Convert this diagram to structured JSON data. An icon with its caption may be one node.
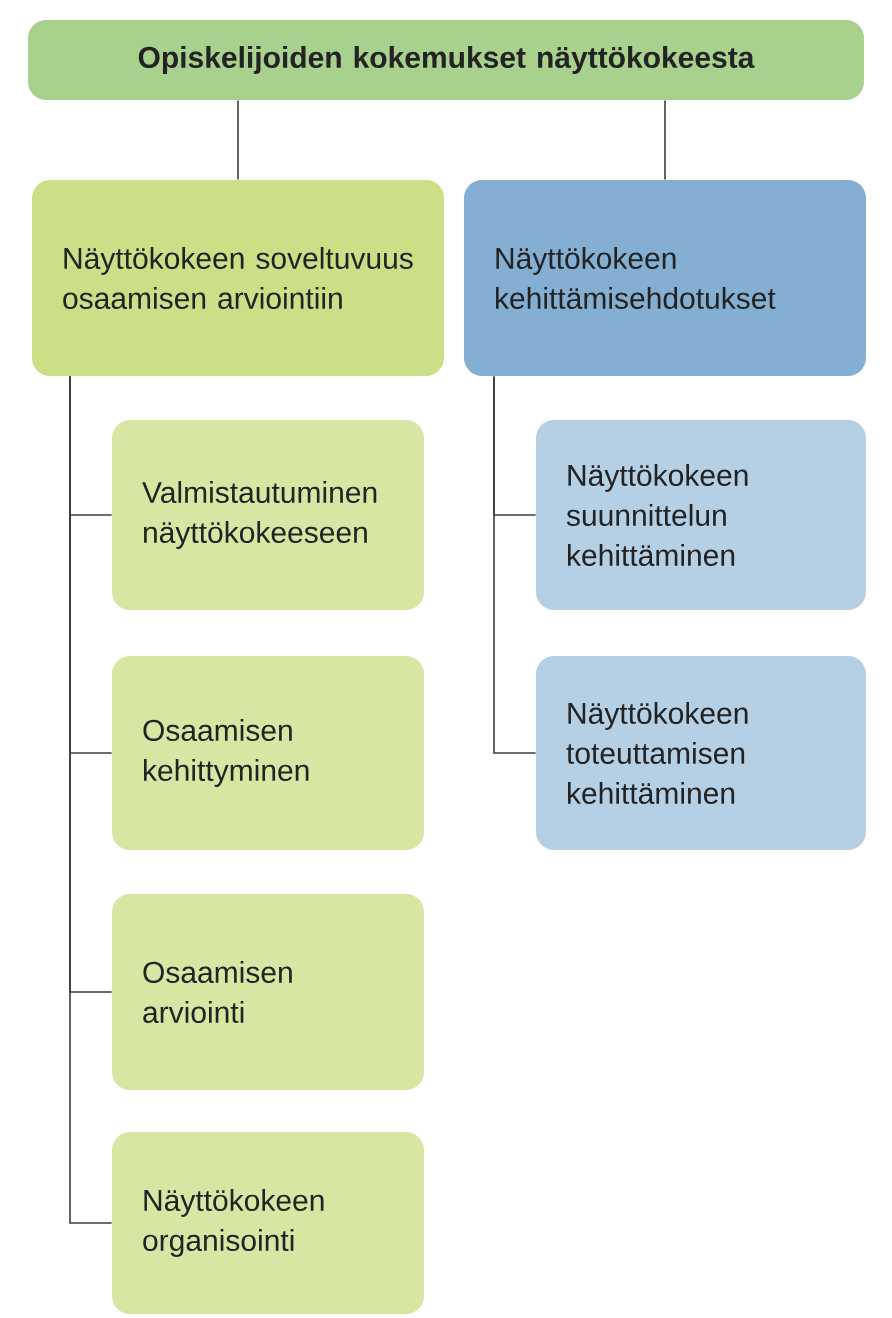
{
  "diagram": {
    "nodes": [
      {
        "text": [
          "Opiskelijoiden kokemukset näyttökokeesta"
        ]
      },
      {
        "text": [
          "Näyttökokeen soveltuvuus osaamisen arviointiin"
        ]
      },
      {
        "text": [
          "Näyttökokeen kehittämisehdotukset"
        ]
      },
      {
        "text": [
          "Valmistautuminen näyttökokeeseen"
        ]
      },
      {
        "text": [
          "Osaamisen kehittyminen"
        ]
      },
      {
        "text": [
          "Osaamisen arviointi"
        ]
      },
      {
        "text": [
          "Näyttökokeen organisointi"
        ]
      },
      {
        "text": [
          "Näyttökokeen suunnittelun kehittäminen"
        ]
      },
      {
        "text": [
          "Näyttökokeen toteuttamisen kehittäminen"
        ]
      }
    ],
    "edges": [
      {
        "from": 0,
        "to": 1,
        "arrow": "none"
      },
      {
        "from": 0,
        "to": 2,
        "arrow": "none"
      },
      {
        "from": 1,
        "to": 3,
        "arrow": "none"
      },
      {
        "from": 1,
        "to": 4,
        "arrow": "none"
      },
      {
        "from": 1,
        "to": 5,
        "arrow": "none"
      },
      {
        "from": 1,
        "to": 6,
        "arrow": "none"
      },
      {
        "from": 2,
        "to": 7,
        "arrow": "none"
      },
      {
        "from": 2,
        "to": 8,
        "arrow": "none"
      }
    ]
  }
}
